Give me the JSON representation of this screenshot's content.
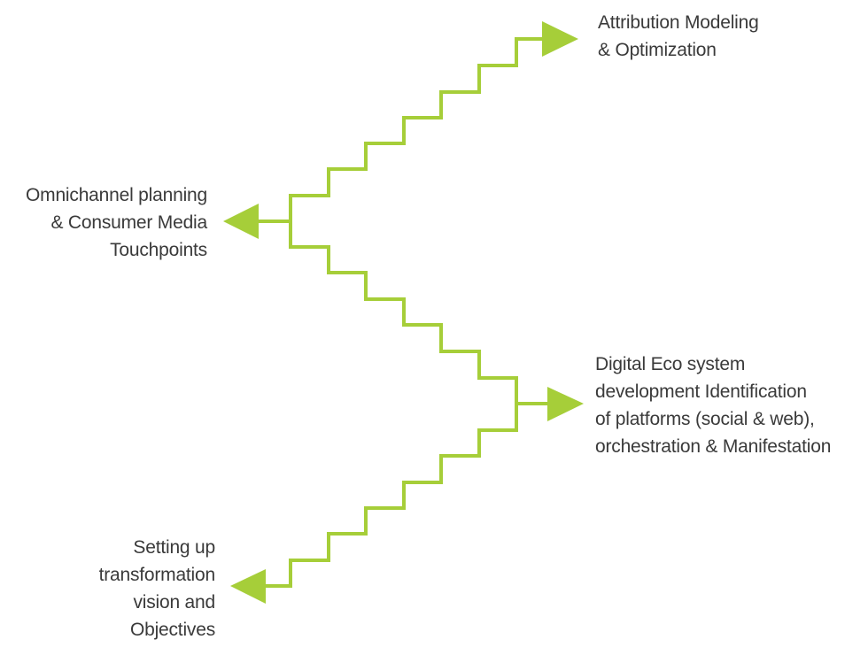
{
  "diagram": {
    "type": "staircase-flow",
    "accent_color": "#a6ce39",
    "text_color": "#3a3a3a",
    "nodes": [
      {
        "id": "setting-up",
        "order": 1,
        "lines": [
          "Setting up",
          "transformation",
          "vision and",
          "Objectives"
        ],
        "arrow_direction": "left"
      },
      {
        "id": "digital-eco",
        "order": 2,
        "lines": [
          "Digital Eco system",
          "development Identification",
          "of platforms (social & web),",
          "orchestration & Manifestation"
        ],
        "arrow_direction": "right"
      },
      {
        "id": "omnichannel",
        "order": 3,
        "lines": [
          "Omnichannel planning",
          "& Consumer Media",
          "Touchpoints"
        ],
        "arrow_direction": "left"
      },
      {
        "id": "attribution",
        "order": 4,
        "lines": [
          "Attribution Modeling",
          "& Optimization"
        ],
        "arrow_direction": "right"
      }
    ]
  }
}
